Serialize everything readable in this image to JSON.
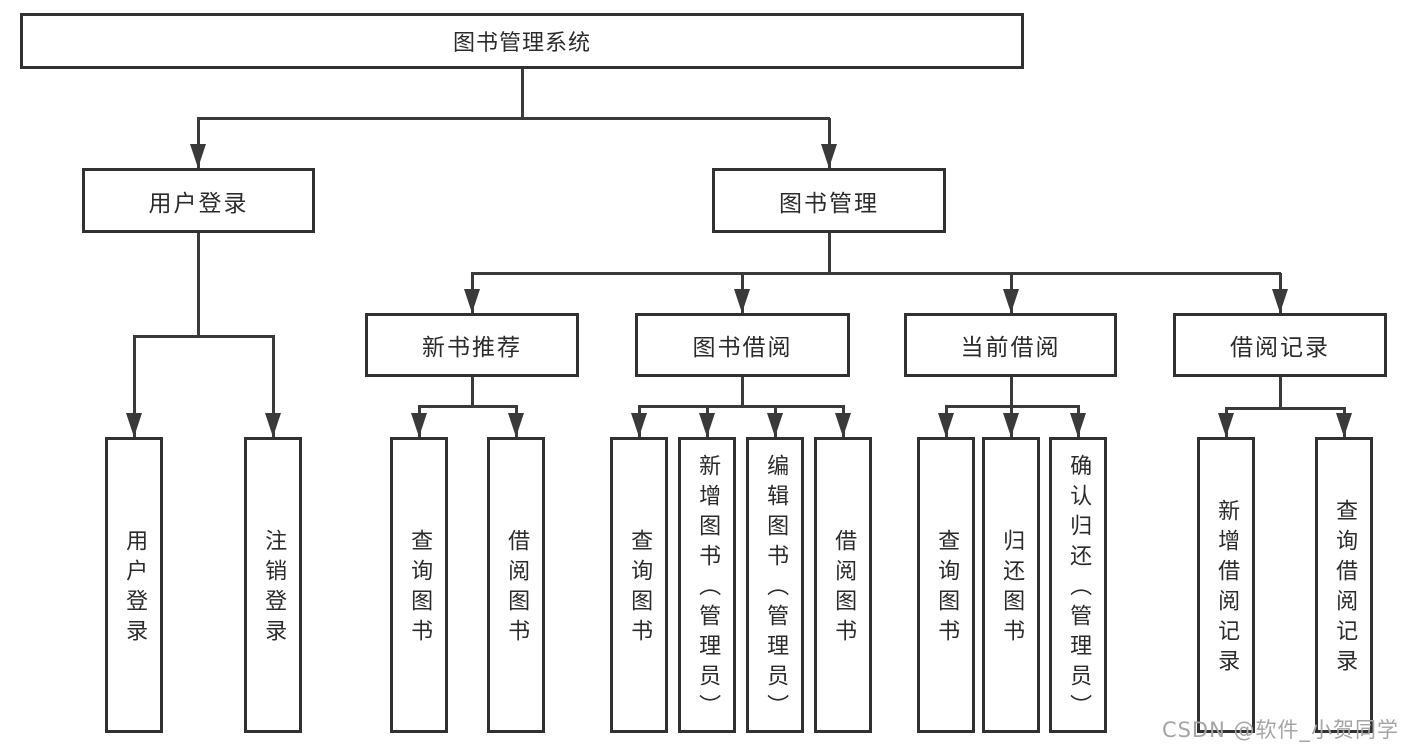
{
  "diagram": {
    "root": {
      "label": "图书管理系统"
    },
    "level2": {
      "user_login": {
        "label": "用户登录"
      },
      "book_management": {
        "label": "图书管理"
      }
    },
    "level3": {
      "new_book_recommend": {
        "label": "新书推荐"
      },
      "book_borrow": {
        "label": "图书借阅"
      },
      "current_borrow": {
        "label": "当前借阅"
      },
      "borrow_records": {
        "label": "借阅记录"
      }
    },
    "leaves": {
      "user_login": {
        "label": "用户登录"
      },
      "logout": {
        "label": "注销登录"
      },
      "rec_query_book": {
        "label": "查询图书"
      },
      "rec_borrow_book": {
        "label": "借阅图书"
      },
      "bb_query_book": {
        "label": "查询图书"
      },
      "bb_add_book_admin": {
        "label": "新增图书（管理员）"
      },
      "bb_edit_book_admin": {
        "label": "编辑图书（管理员）"
      },
      "bb_borrow_book": {
        "label": "借阅图书"
      },
      "cb_query_book": {
        "label": "查询图书"
      },
      "cb_return_book": {
        "label": "归还图书"
      },
      "cb_confirm_return_admin": {
        "label": "确认归还（管理员）"
      },
      "br_add_record": {
        "label": "新增借阅记录"
      },
      "br_query_record": {
        "label": "查询借阅记录"
      }
    },
    "watermark": {
      "text": "CSDN @软件_小贺同学"
    },
    "colors": {
      "line": "#3a3a3a",
      "box_border": "#313131",
      "text": "#2b2b2b",
      "watermark": "#a5a5a5",
      "background": "#ffffff"
    }
  }
}
